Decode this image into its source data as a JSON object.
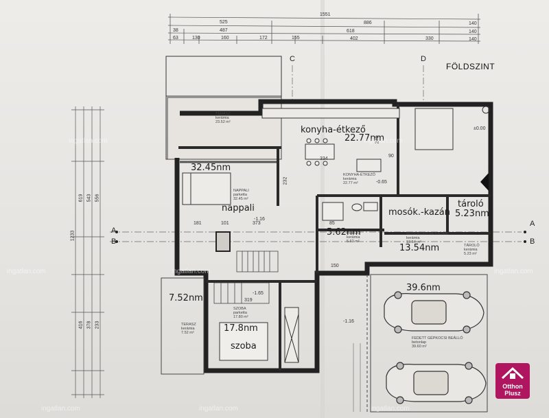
{
  "title": "FÖLDSZINT",
  "axes": {
    "c": "C",
    "d": "D",
    "a": "A",
    "b": "B"
  },
  "rooms": {
    "konyha": "konyha-étkező",
    "konyha_area": "22.77nm",
    "nappali": "nappali",
    "nappali_area": "32.45nm",
    "furdo_area": "5.62nm",
    "mosok": "mosók.-kazán",
    "mosok_area": "13.54nm",
    "tarolo": "tároló",
    "tarolo_area": "5.23nm",
    "terasz_area": "7.52nm",
    "szoba": "szoba",
    "szoba_area": "17.8nm",
    "garage_area": "39.6nm"
  },
  "plan_labels": {
    "terasz_top": [
      "TERASZ",
      "kerámia",
      "23.52 m²"
    ],
    "konyha": [
      "KONYHA-ÉTKEZŐ",
      "kerámia",
      "22.77 m²"
    ],
    "nappali": [
      "NAPPALI",
      "parketta",
      "32.45 m²"
    ],
    "furdo": [
      "FÜRDŐ",
      "kerámia",
      "5.62 m²"
    ],
    "mosokonyha": [
      "MOSÓKONYHA-KAZÁN",
      "kerámia",
      "13.54 m²"
    ],
    "tarolo": [
      "TÁROLÓ",
      "kerámia",
      "5.23 m²"
    ],
    "szoba": [
      "SZOBA",
      "parketta",
      "17.80 m²"
    ],
    "terasz_bottom": [
      "TERASZ",
      "kerámia",
      "7.52 m²"
    ],
    "garage": [
      "FEDETT GÉPKOCSI BEÁLLÓ",
      "betonlap",
      "39.60 m²"
    ]
  },
  "levels": {
    "pm0": "±0.00",
    "m165": "-1.65",
    "m116": "-1.16",
    "m065": "-0.65"
  },
  "dims_top_row1": [
    "1551"
  ],
  "dims_top_row2": [
    "525",
    "886",
    "140"
  ],
  "dims_top_row3": [
    "38",
    "487",
    "618",
    "140"
  ],
  "dims_top_row4": [
    "63",
    "130",
    "160",
    "172",
    "155",
    "402",
    "330",
    "140"
  ],
  "dims_left": [
    "1233",
    "619",
    "543",
    "556",
    "416",
    "378",
    "233"
  ],
  "dims_inner": [
    "334",
    "373",
    "181",
    "101",
    "319",
    "150",
    "240",
    "232",
    "85",
    "90"
  ],
  "watermark": "ingatlan.com",
  "logo": {
    "line1": "Otthon",
    "line2": "Plusz"
  }
}
